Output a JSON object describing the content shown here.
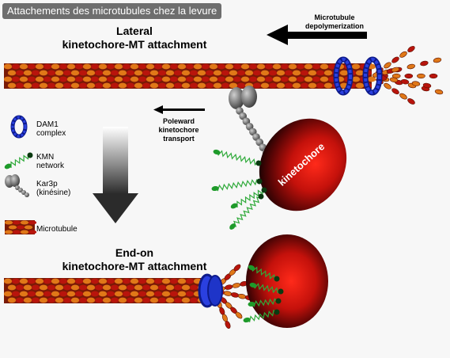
{
  "figure_title": "Attachements des microtubules chez la levure",
  "lateral_heading": [
    "Lateral",
    "kinetochore-MT attachment"
  ],
  "endon_heading": [
    "End-on",
    "kinetochore-MT attachment"
  ],
  "depolymerization_label": [
    "Microtubule",
    "depolymerization"
  ],
  "poleward_label": [
    "Poleward",
    "kinetochore",
    "transport"
  ],
  "kinetochore_label": "kinetochore",
  "legend": {
    "dam1": [
      "DAM1",
      "complex"
    ],
    "kmn": [
      "KMN",
      "network"
    ],
    "kar3p": [
      "Kar3p",
      "(kinésine)"
    ],
    "microtubule": [
      "Microtubule"
    ]
  },
  "colors": {
    "tubulin_orange": "#e07818",
    "tubulin_red": "#b8140c",
    "dam1_blue": "#1a2fd0",
    "kmn_green": "#1e9a2a",
    "kinesin_gray": "#6a6a6a",
    "kinetochore_red": "#e0100a"
  }
}
